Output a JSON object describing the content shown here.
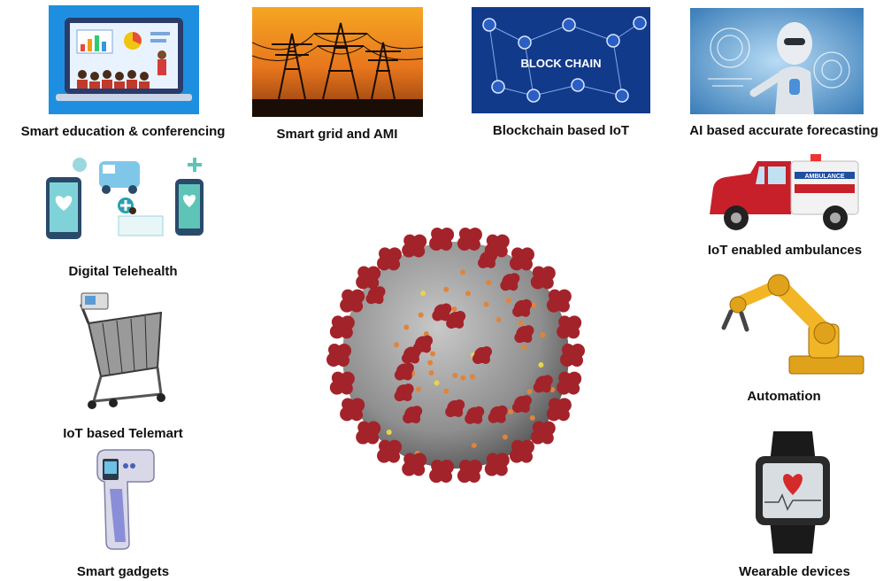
{
  "items": [
    {
      "id": "smart-education",
      "label": "Smart education & conferencing",
      "icon": "classroom-presentation-icon"
    },
    {
      "id": "smart-grid",
      "label": "Smart grid and AMI",
      "icon": "power-pylons-icon"
    },
    {
      "id": "blockchain",
      "label": "Blockchain based IoT",
      "icon": "blockchain-network-icon",
      "image_text": "BLOCK CHAIN"
    },
    {
      "id": "ai-forecasting",
      "label": "AI based accurate forecasting",
      "icon": "robot-hologram-icon"
    },
    {
      "id": "telehealth",
      "label": "Digital Telehealth",
      "icon": "telehealth-devices-icon"
    },
    {
      "id": "ambulance",
      "label": "IoT enabled ambulances",
      "icon": "ambulance-icon",
      "image_text": "AMBULANCE"
    },
    {
      "id": "telemart",
      "label": "IoT based Telemart",
      "icon": "smart-shopping-cart-icon"
    },
    {
      "id": "automation",
      "label": "Automation",
      "icon": "robotic-arm-icon"
    },
    {
      "id": "gadgets",
      "label": "Smart gadgets",
      "icon": "infrared-thermometer-icon"
    },
    {
      "id": "wearables",
      "label": "Wearable devices",
      "icon": "smartwatch-heart-icon"
    }
  ],
  "center": {
    "icon": "coronavirus-icon"
  },
  "colors": {
    "virus_spike": "#a3232a",
    "virus_body": "#8f8f8f",
    "virus_dot": "#e0843a",
    "caption": "#111111"
  }
}
